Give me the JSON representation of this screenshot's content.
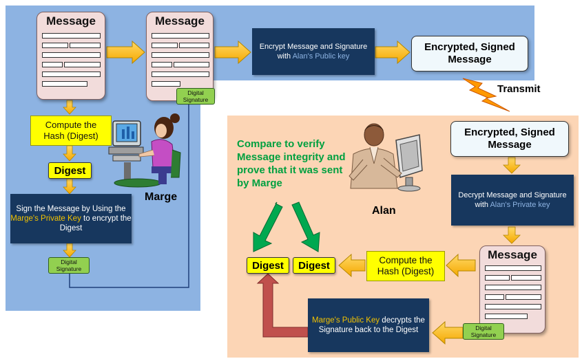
{
  "sender": {
    "message_title": "Message",
    "message2_title": "Message",
    "digital_signature_on_message": "Digital Signature",
    "compute_hash": "Compute the Hash (Digest)",
    "digest": "Digest",
    "sign_pre": "Sign the Message by Using the ",
    "sign_highlight": "Marge's Private Key",
    "sign_post": " to encrypt the Digest",
    "digital_signature": "Digital Signature",
    "encrypt_pre": "Encrypt Message and Signature with ",
    "encrypt_highlight": "Alan's Public key",
    "encrypted_signed": "Encrypted, Signed Message",
    "person_name": "Marge"
  },
  "transmit": "Transmit",
  "receiver": {
    "encrypted_signed": "Encrypted, Signed Message",
    "decrypt_pre": "Decrypt Message and Signature with ",
    "decrypt_highlight": "Alan's Private key",
    "message_title": "Message",
    "digital_signature": "Digital Signature",
    "compute_hash": "Compute the Hash (Digest)",
    "digest_left": "Digest",
    "digest_right": "Digest",
    "public_key_highlight": "Marge's Public Key",
    "public_key_post": " decrypts the Signature back to the Digest",
    "compare_text": "Compare to verify Message integrity and prove that it was sent by Marge",
    "person_name": "Alan"
  },
  "colors": {
    "blue_panel": "#8db3e2",
    "peach_panel": "#fcd5b5",
    "navy": "#17375e",
    "arrow_yellow": "#ffc000",
    "compare_green": "#00b050",
    "return_arrow_red": "#c0504d"
  }
}
